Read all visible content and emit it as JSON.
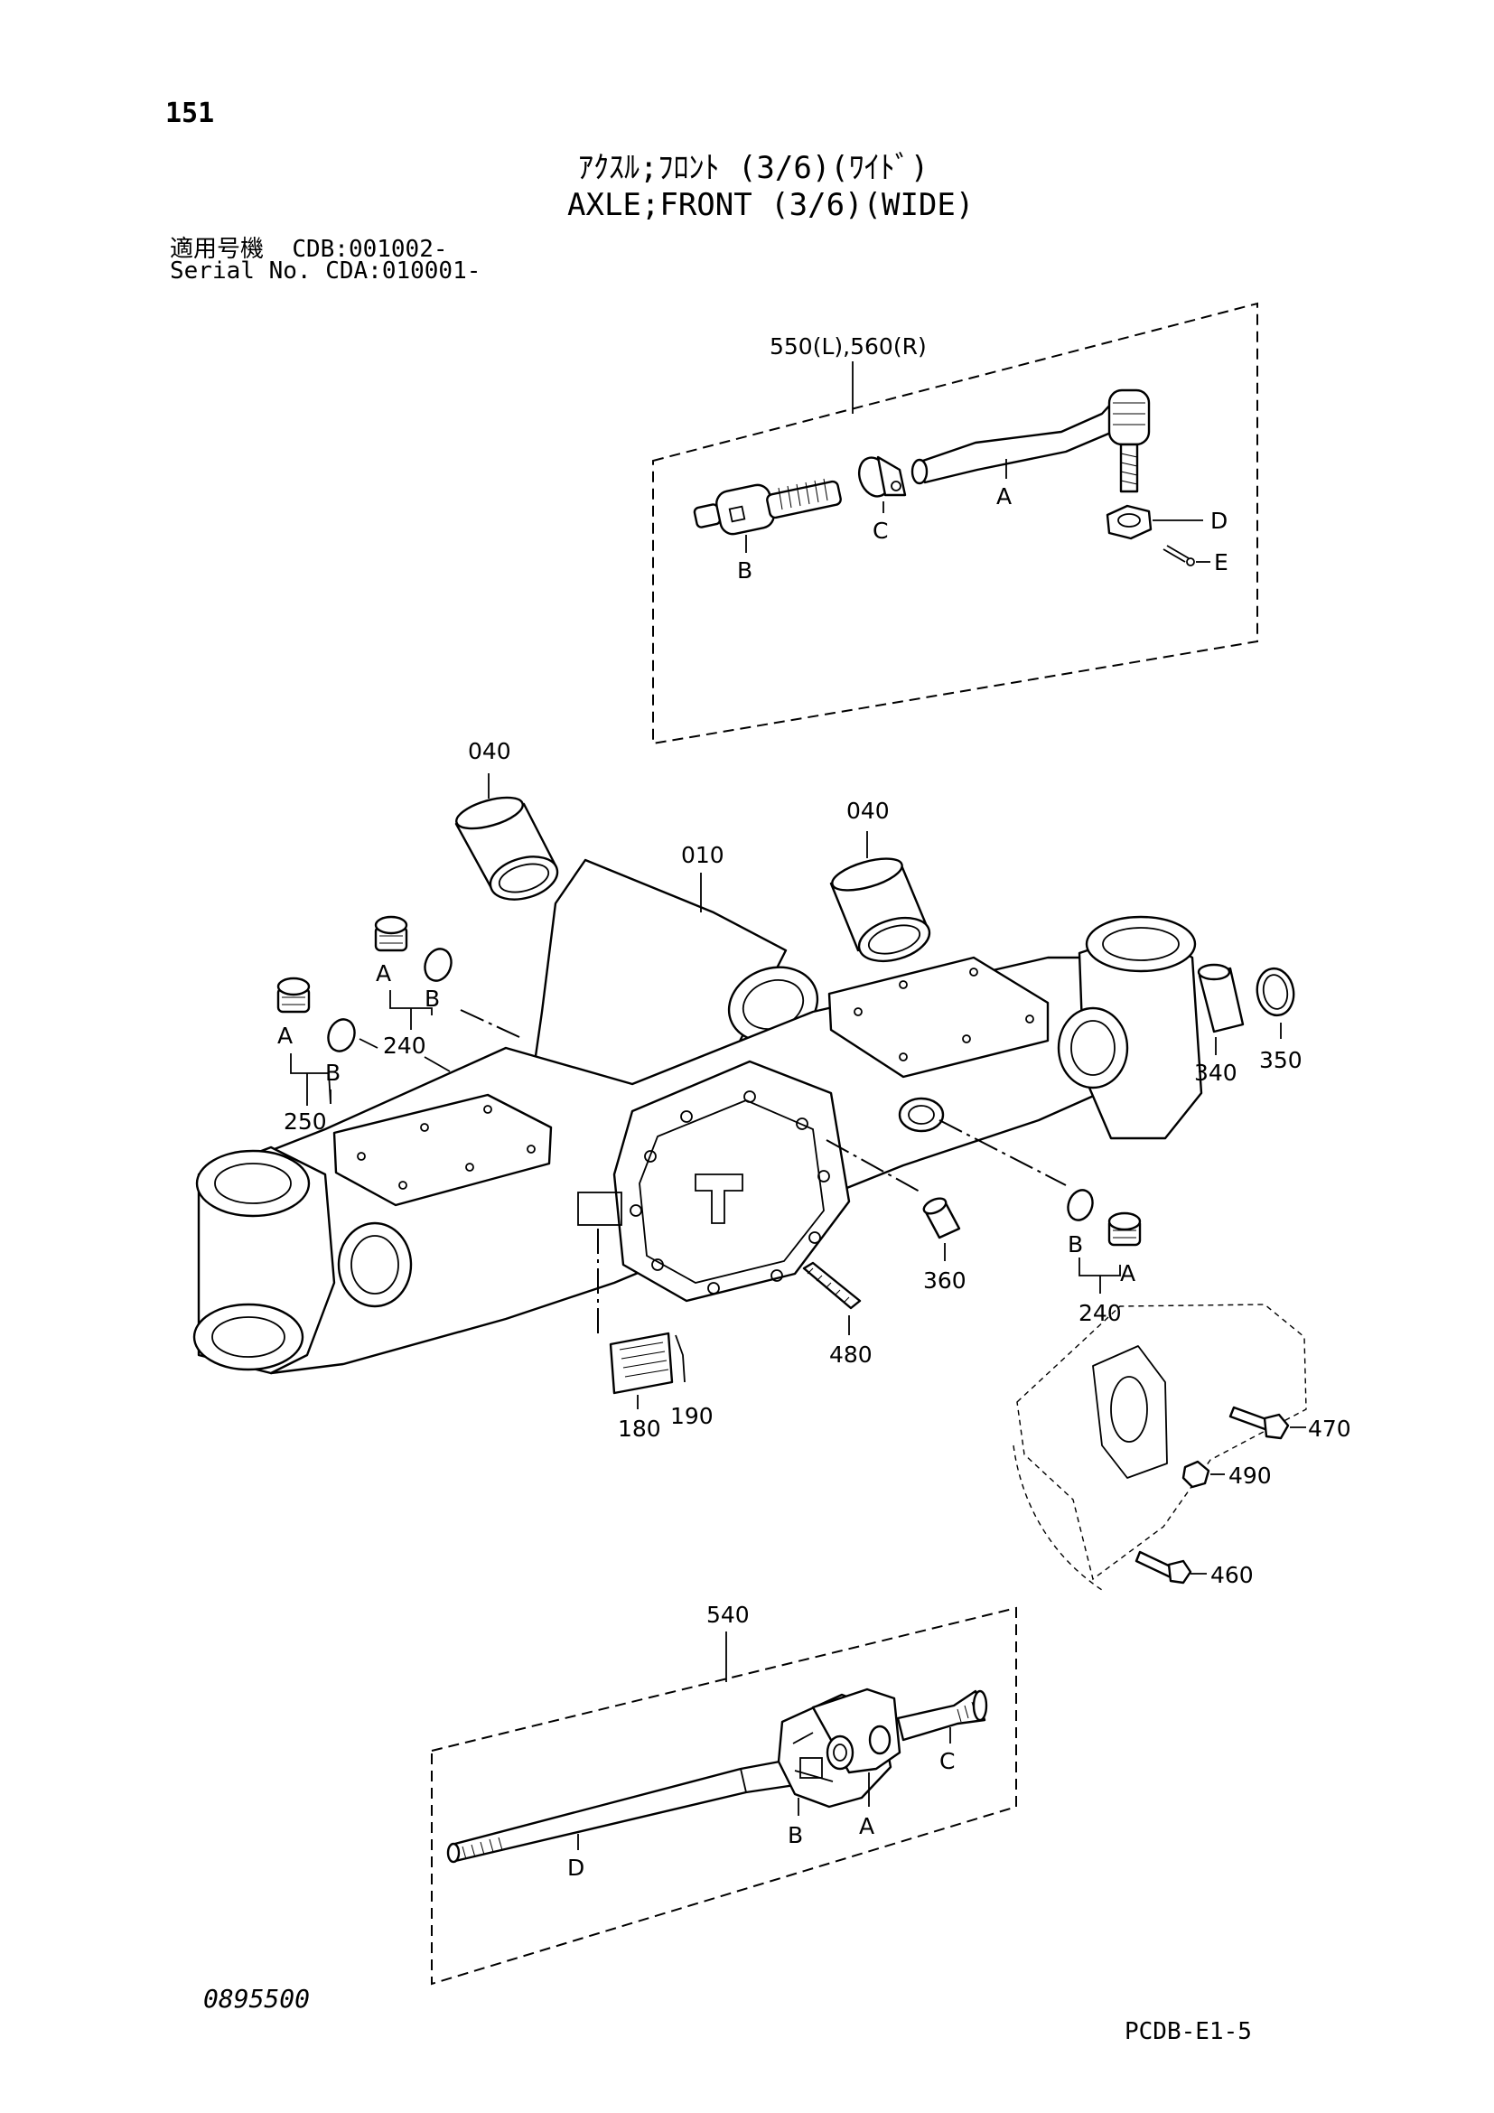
{
  "header": {
    "page_number": "151",
    "title_jp": "ｱｸｽﾙ;ﾌﾛﾝﾄ (3/6)(ﾜｲﾄﾞ)",
    "title_en": "AXLE;FRONT (3/6)(WIDE)",
    "serial_label_jp": "適用号機",
    "serial_value_1": "CDB:001002-",
    "serial_label_en": "Serial No.",
    "serial_value_2": "CDA:010001-"
  },
  "callouts": {
    "tie_rod_assy": "550(L),560(R)",
    "tie_rod_a": "A",
    "tie_rod_b": "B",
    "tie_rod_c": "C",
    "tie_rod_d": "D",
    "tie_rod_e": "E",
    "bushing_left": "040",
    "bushing_right": "040",
    "axle_housing": "010",
    "plug_a_left": "A",
    "plug_b_left": "B",
    "plug_a_mid": "A",
    "plug_b_mid": "B",
    "plug_assy_mid": "240",
    "plug_assy_left": "250",
    "seal": "340",
    "ring": "350",
    "pin": "360",
    "plug_b_right": "B",
    "plug_a_right": "A",
    "plug_assy_right": "240",
    "stud": "480",
    "name_plate": "180",
    "rivet": "190",
    "bolt_470": "470",
    "nut_490": "490",
    "bolt_460": "460",
    "shaft_assy": "540",
    "shaft_a": "A",
    "shaft_b": "B",
    "shaft_c": "C",
    "shaft_d": "D"
  },
  "footer": {
    "doc_code": "0895500",
    "page_code": "PCDB-E1-5"
  }
}
